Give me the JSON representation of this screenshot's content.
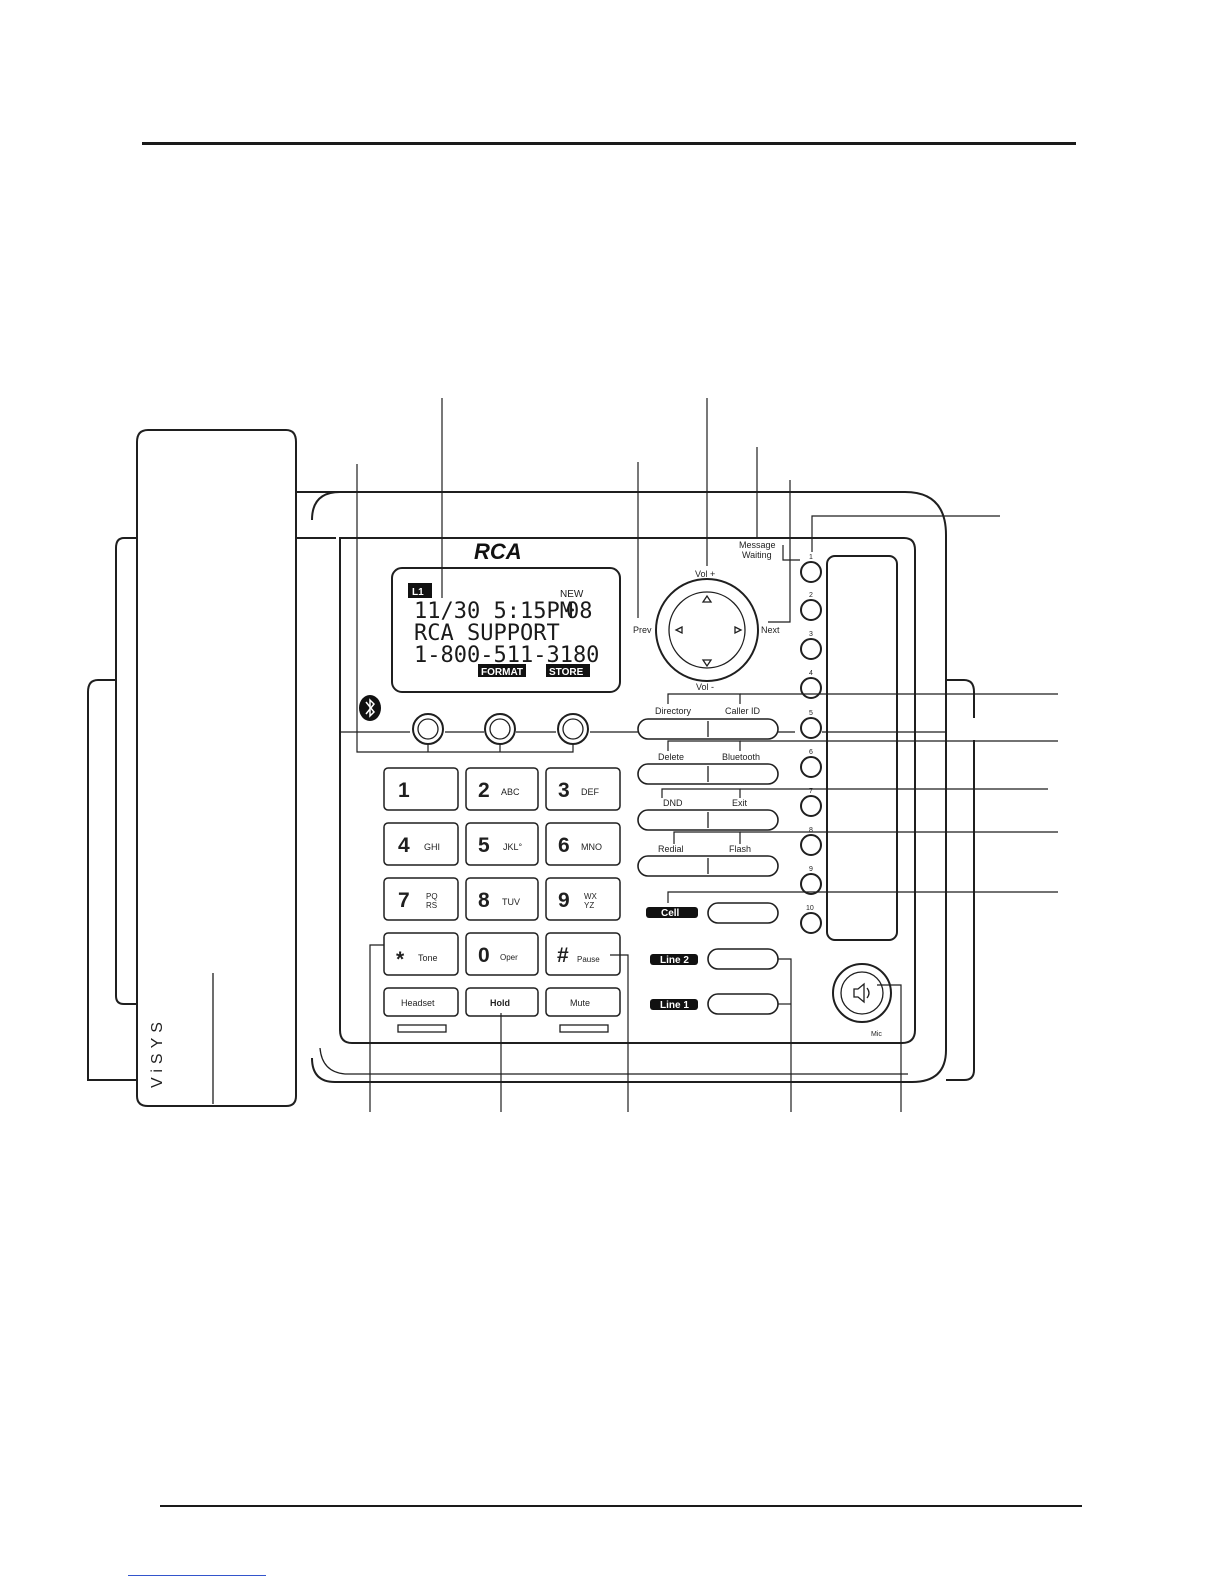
{
  "brand": {
    "logo": "RCA",
    "model": "ViSYS"
  },
  "display": {
    "line_badge": "L1",
    "status": "NEW",
    "row1": "11/30  5:15PM",
    "count": "08",
    "row2": "RCA SUPPORT",
    "row3": "1-800-511-3180",
    "softkey_1": "FORMAT",
    "softkey_2": "STORE"
  },
  "nav": {
    "up": "Vol +",
    "down": "Vol -",
    "left": "Prev",
    "right": "Next"
  },
  "message_waiting": "Message\nWaiting",
  "message_waiting_lines": [
    "Message",
    "Waiting"
  ],
  "keypad": [
    {
      "digit": "1",
      "letters": ""
    },
    {
      "digit": "2",
      "letters": "ABC"
    },
    {
      "digit": "3",
      "letters": "DEF"
    },
    {
      "digit": "4",
      "letters": "GHI"
    },
    {
      "digit": "5",
      "letters": "JKL°"
    },
    {
      "digit": "6",
      "letters": "MNO"
    },
    {
      "digit": "7",
      "letters": "PQ\nRS",
      "l1": "PQ",
      "l2": "RS"
    },
    {
      "digit": "8",
      "letters": "TUV"
    },
    {
      "digit": "9",
      "letters": "WX\nYZ",
      "l1": "WX",
      "l2": "YZ"
    },
    {
      "digit": "*",
      "letters": "Tone"
    },
    {
      "digit": "0",
      "letters": "Oper"
    },
    {
      "digit": "#",
      "letters": "Pause"
    }
  ],
  "bottom_keys": [
    "Headset",
    "Hold",
    "Mute"
  ],
  "function_keys": [
    {
      "left": "Directory",
      "right": "Caller ID"
    },
    {
      "left": "Delete",
      "right": "Bluetooth"
    },
    {
      "left": "DND",
      "right": "Exit"
    },
    {
      "left": "Redial",
      "right": "Flash"
    }
  ],
  "line_keys": [
    "Cell",
    "Line 2",
    "Line 1"
  ],
  "speed_dial": [
    "1",
    "2",
    "3",
    "4",
    "5",
    "6",
    "7",
    "8",
    "9",
    "10"
  ],
  "speaker": {
    "label": "Mic"
  },
  "colors": {
    "ink": "#1f1f1f",
    "paper": "#ffffff",
    "display_badge": "#111111"
  },
  "icons": [
    "bluetooth-icon",
    "speaker-icon",
    "nav-up-arrow-icon",
    "nav-down-arrow-icon",
    "nav-left-arrow-icon",
    "nav-right-arrow-icon"
  ]
}
